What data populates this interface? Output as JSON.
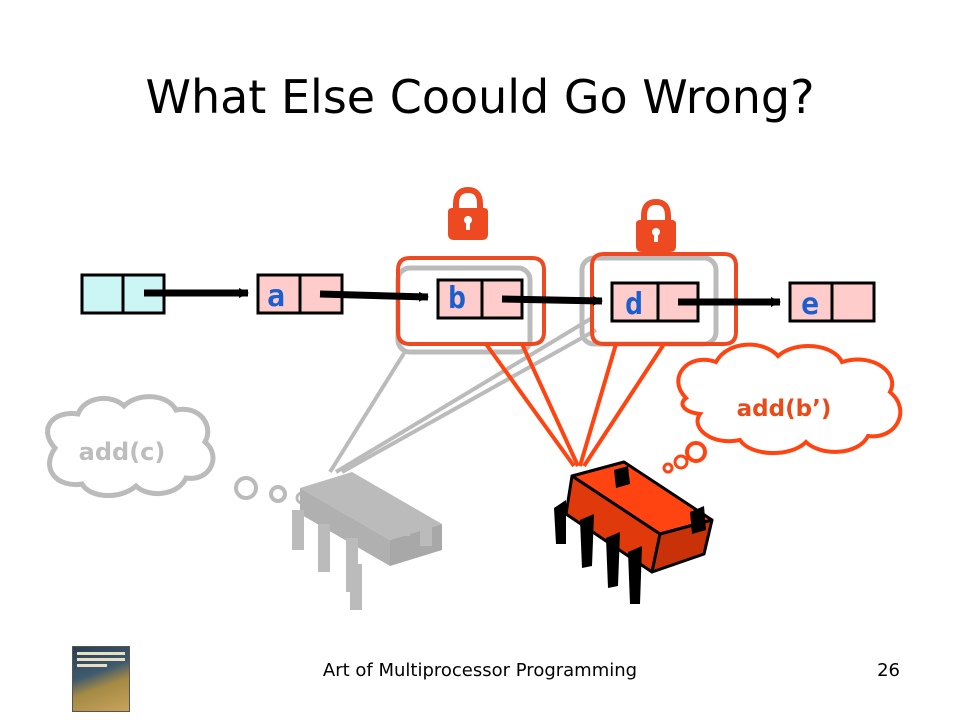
{
  "slide": {
    "title": "What Else Coould Go Wrong?",
    "footer": "Art of Multiprocessor Programming",
    "page_number": "26"
  },
  "nodes": [
    {
      "id": "head",
      "label": ""
    },
    {
      "id": "a",
      "label": "a"
    },
    {
      "id": "b",
      "label": "b"
    },
    {
      "id": "d",
      "label": "d"
    },
    {
      "id": "e",
      "label": "e"
    }
  ],
  "threads": {
    "gray": {
      "thought": "add(c)"
    },
    "red": {
      "thought": "add(b’)"
    }
  },
  "colors": {
    "head_node": "#ccf5f5",
    "list_node": "#ffcccc",
    "node_label": "#1a5fd0",
    "red_thread": "#ff4411",
    "red_lock_outline": "#ee4a22",
    "gray_thread": "#bbbbbb",
    "thought_red_text": "#e84a1a",
    "thought_gray_text": "#bdbdbd"
  },
  "icons": [
    "lock-icon",
    "chip-icon",
    "thought-cloud-icon",
    "book-cover-icon"
  ]
}
